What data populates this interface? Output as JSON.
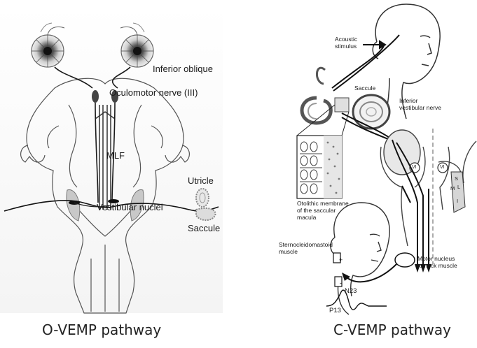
{
  "left_panel": {
    "labels": {
      "inferior_oblique": "Inferior oblique",
      "oculomotor_nerve": "Oculomotor nerve (III)",
      "mlf": "MLF",
      "utricle": "Utricle",
      "vestibular_nuclei": "Vestibular nuclei",
      "saccule": "Saccule"
    },
    "caption": "O-VEMP pathway"
  },
  "right_panel": {
    "labels": {
      "acoustic_stimulus_line1": "Acoustic",
      "acoustic_stimulus_line2": "stimulus",
      "saccule": "Saccule",
      "inferior_vestibular_nerve_line1": "Inferior",
      "inferior_vestibular_nerve_line2": "vestibular nerve",
      "otolithic_line1": "Otolithic membrane",
      "otolithic_line2": "of the saccular",
      "otolithic_line3": "macula",
      "scm_line1": "Sternocleidomastoid",
      "scm_line2": "muscle",
      "motor_line1": "Motor nucleus",
      "motor_line2": "to neck muscle",
      "n23": "N23",
      "p13": "P13",
      "vi_left": "VI",
      "vi_right": "VI",
      "s": "S",
      "m": "M",
      "l": "L",
      "i": "I"
    },
    "caption": "C-VEMP pathway"
  }
}
